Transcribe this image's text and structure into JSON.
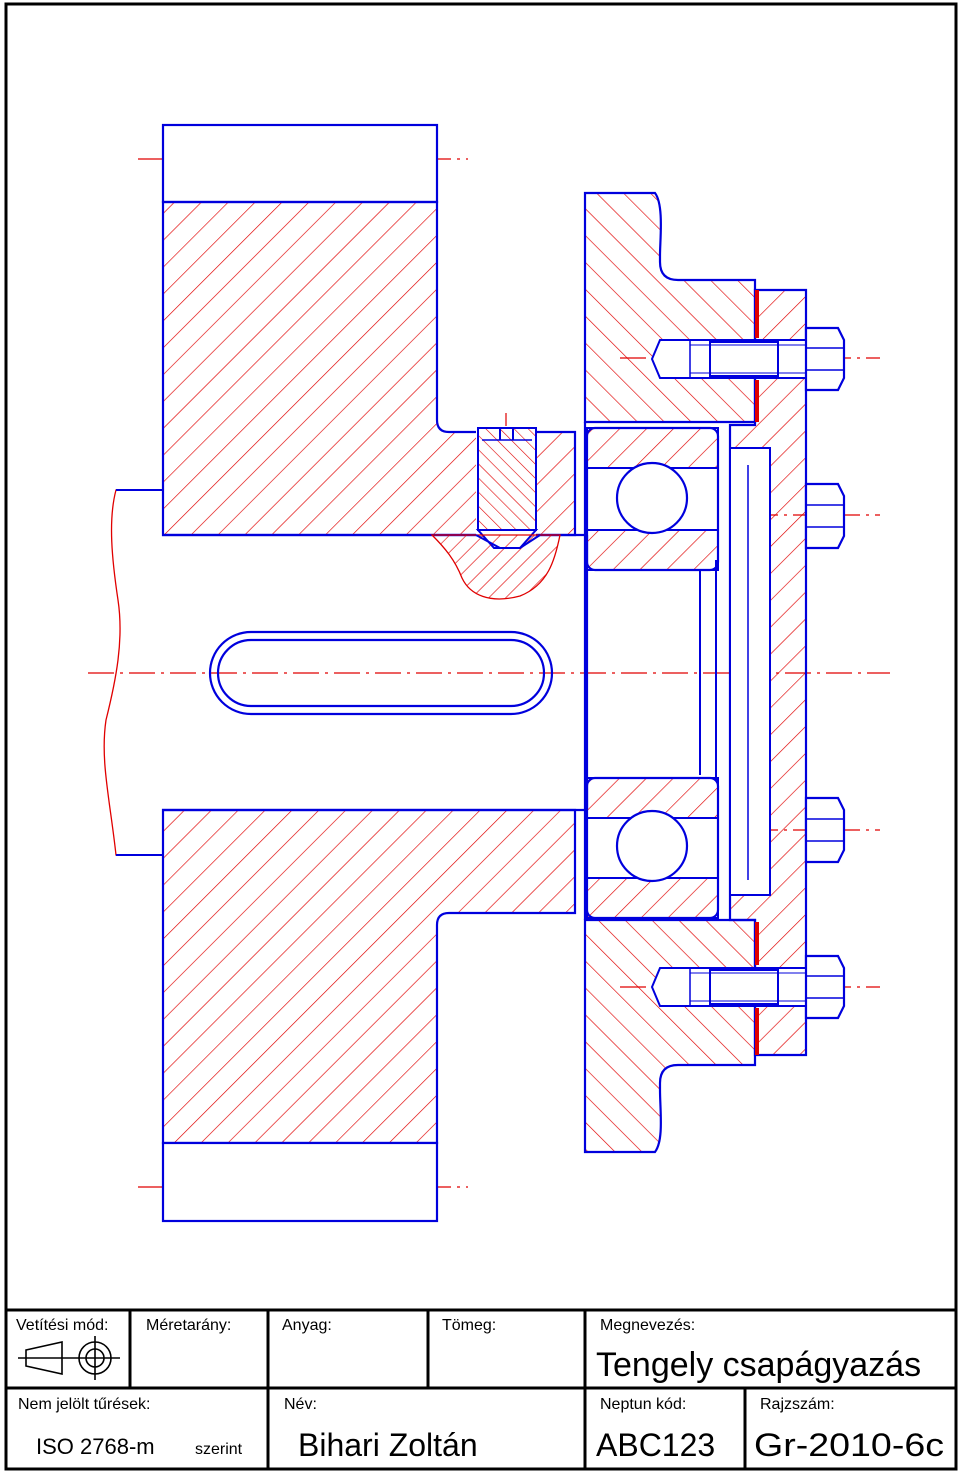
{
  "colors": {
    "outline": "#0000dd",
    "hatch": "#e00000",
    "centerline": "#e00000",
    "frame": "#000000"
  },
  "title_block": {
    "projection_label": "Vetítési mód:",
    "scale_label": "Méretarány:",
    "material_label": "Anyag:",
    "mass_label": "Tömeg:",
    "title_label": "Megnevezés:",
    "title_value": "Tengely csapágyazás",
    "tolerance_label": "Nem jelölt tűrések:",
    "tolerance_value": "ISO 2768-m",
    "tolerance_suffix": "szerint",
    "name_label": "Név:",
    "name_value": "Bihari Zoltán",
    "neptun_label": "Neptun kód:",
    "neptun_value": "ABC123",
    "drawing_no_label": "Rajzszám:",
    "drawing_no_value": "Gr-2010-6c"
  }
}
